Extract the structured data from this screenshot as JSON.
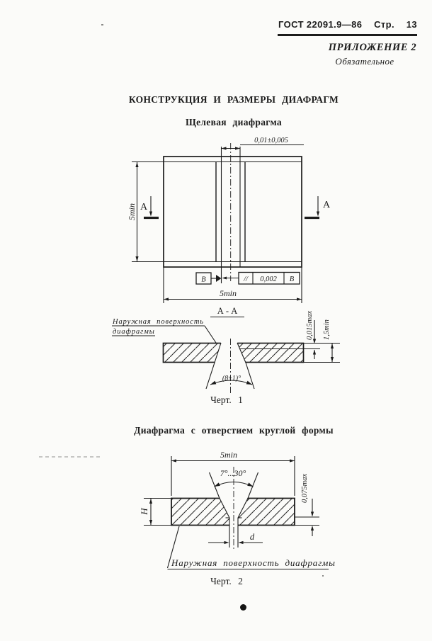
{
  "header": {
    "standard": "ГОСТ 22091.9—86",
    "page_word": "Стр.",
    "page_number": "13",
    "appendix": "ПРИЛОЖЕНИЕ 2",
    "appendix_kind": "Обязательное"
  },
  "title": "КОНСТРУКЦИЯ И РАЗМЕРЫ ДИАФРАГМ",
  "fig1": {
    "subtitle": "Щелевая диафрагма",
    "dim_slit_width": "0,01±0,005",
    "dim_height": "5min",
    "dim_width": "5min",
    "cut_label_left": "А",
    "cut_label_right": "А",
    "datum_label": "В",
    "fcf_symbol": "//",
    "fcf_value": "0,002",
    "fcf_datum": "В",
    "section_title": "А - А",
    "note_line1": "Наружная поверхность",
    "note_line2": "диафрагмы",
    "dim_land": "0,015max",
    "dim_thickness": "1,5min",
    "dim_angle": "(8±1)°",
    "caption": "Черт. 1"
  },
  "fig2": {
    "subtitle": "Диафрагма с отверстием круглой формы",
    "dim_width": "5min",
    "dim_angle": "7°...30°",
    "dim_land": "0,075max",
    "dim_height": "Н",
    "dim_diameter": "d",
    "note": "Наружная поверхность диафрагмы",
    "caption": "Черт. 2"
  },
  "colors": {
    "ink": "#1c1c1c",
    "paper": "#fbfbf9"
  }
}
